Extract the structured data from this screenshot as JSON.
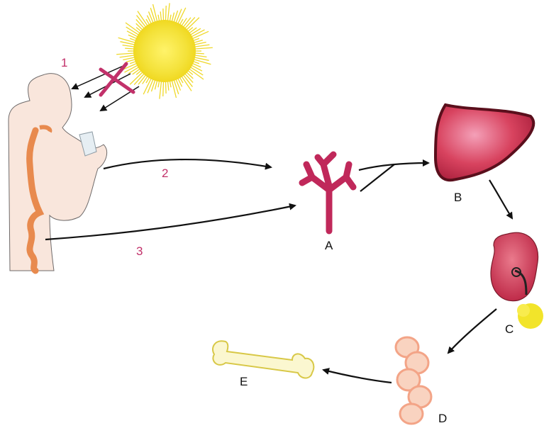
{
  "diagram": {
    "steps": [
      {
        "id": "step-1",
        "text": "1"
      },
      {
        "id": "step-2",
        "text": "2"
      },
      {
        "id": "step-3",
        "text": "3"
      }
    ],
    "stages": [
      {
        "id": "A",
        "text": "A",
        "icon": "lung-bronchi-icon"
      },
      {
        "id": "B",
        "text": "B",
        "icon": "liver-icon"
      },
      {
        "id": "C",
        "text": "C",
        "icon": "kidney-icon"
      },
      {
        "id": "D",
        "text": "D",
        "icon": "intestine-icon"
      },
      {
        "id": "E",
        "text": "E",
        "icon": "bone-icon"
      }
    ],
    "colors": {
      "sun": "#f4e23a",
      "step_number": "#c2316a",
      "organ_red": "#c8244e",
      "intestine": "#f2b08c",
      "arrow": "#111111",
      "bone": "#f4ef9a"
    }
  }
}
